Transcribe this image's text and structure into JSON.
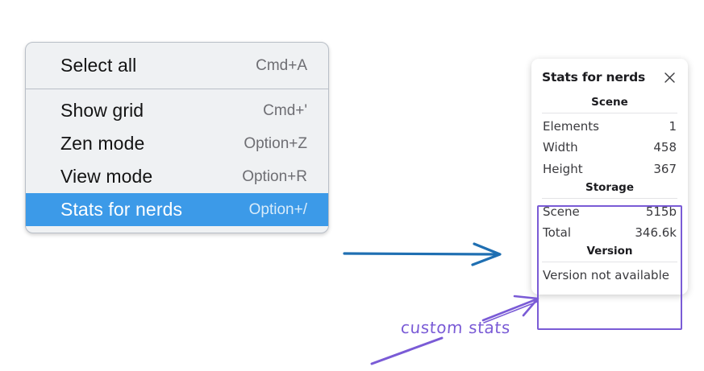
{
  "menu": {
    "name": "context-menu",
    "groups": [
      {
        "items": [
          {
            "label": "Select all",
            "shortcut": "Cmd+A",
            "selected": false
          }
        ]
      },
      {
        "items": [
          {
            "label": "Show grid",
            "shortcut": "Cmd+'",
            "selected": false
          },
          {
            "label": "Zen mode",
            "shortcut": "Option+Z",
            "selected": false
          },
          {
            "label": "View mode",
            "shortcut": "Option+R",
            "selected": false
          },
          {
            "label": "Stats for nerds",
            "shortcut": "Option+/",
            "selected": true
          }
        ]
      }
    ]
  },
  "stats_panel": {
    "title": "Stats for nerds",
    "close_icon": "close-icon",
    "sections": [
      {
        "heading": "Scene",
        "rows": [
          {
            "key": "Elements",
            "value": "1"
          },
          {
            "key": "Width",
            "value": "458"
          },
          {
            "key": "Height",
            "value": "367"
          }
        ]
      },
      {
        "heading": "Storage",
        "rows": [
          {
            "key": "Scene",
            "value": "515b"
          },
          {
            "key": "Total",
            "value": "346.6k"
          }
        ]
      },
      {
        "heading": "Version",
        "note": "Version not available"
      }
    ]
  },
  "annotations": {
    "handwritten_note": "custom stats",
    "blue_arrow": "arrow-right-icon",
    "purple_arrow": "arrow-up-right-icon",
    "purple_underline": "underline-stroke"
  },
  "colors": {
    "menu_background": "#eff1f3",
    "menu_border": "#b9bfc7",
    "menu_selected": "#3c9ae8",
    "menu_selected_text": "#ffffff",
    "shortcut_text": "#6e6e73",
    "panel_background": "#ffffff",
    "panel_text": "#3a3a3e",
    "annotation_purple": "#7a5bd6",
    "annotation_blue": "#1f6fb2",
    "page_background": "#ffffff"
  }
}
